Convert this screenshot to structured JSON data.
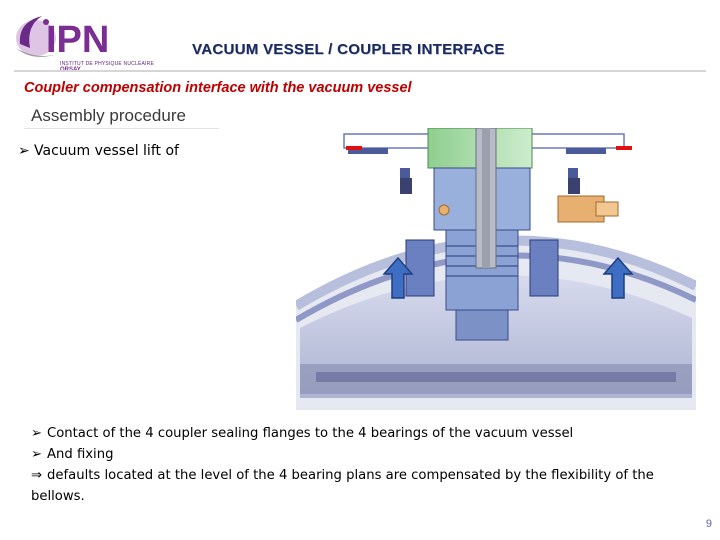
{
  "header": {
    "logo": {
      "text": "IPN",
      "org_text": "INSTITUT DE PHYSIQUE NUCLÉAIRE",
      "city": "ORSAY",
      "color": "#7a2d92"
    },
    "title": "VACUUM VESSEL / COUPLER INTERFACE"
  },
  "subtitle": "Coupler compensation interface with the vacuum vessel",
  "section": "Assembly procedure",
  "bullets": {
    "first": "Vacuum vessel lift of"
  },
  "notes": {
    "line1": "Contact of the 4 coupler sealing flanges to the 4 bearings of the vacuum vessel",
    "line2": "And fixing",
    "line3": "defaults located at the level of the 4 bearing plans  are compensated by the flexibility of the bellows."
  },
  "figure": {
    "arrows": "up",
    "colors": {
      "arrow": "#3e6ec4",
      "marker": "#e01010",
      "flange": "#8899dd",
      "coupler": "#e8b070"
    }
  },
  "page_number": "9"
}
